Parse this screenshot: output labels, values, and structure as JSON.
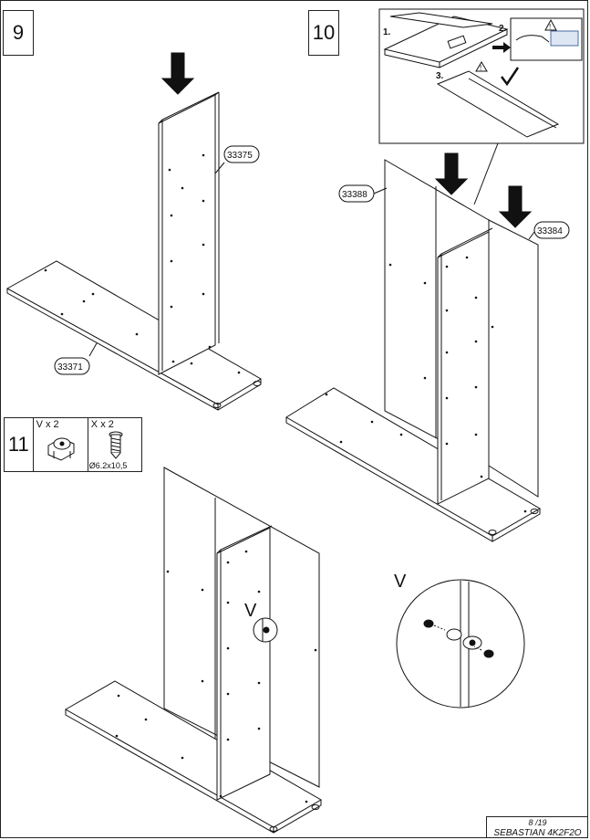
{
  "steps": {
    "step9": "9",
    "step10": "10",
    "step11": "11"
  },
  "part_numbers": {
    "bottom_panel": "33371",
    "side_panel": "33375",
    "back_panel": "33388",
    "right_side_panel": "33384"
  },
  "inset_steps": {
    "s1": "1.",
    "s2": "2.",
    "s3": "3."
  },
  "hardware": {
    "item_v": {
      "qty": "V x 2",
      "icon": "cam-connector-icon"
    },
    "item_x": {
      "qty": "X x 2",
      "icon": "screw-icon",
      "spec": "Ø6.2x10,5"
    }
  },
  "callouts": {
    "main_v": "V",
    "detail_v": "V"
  },
  "footer": {
    "page": "8 /19",
    "product": "SEBASTIAN 4K2F2O"
  }
}
